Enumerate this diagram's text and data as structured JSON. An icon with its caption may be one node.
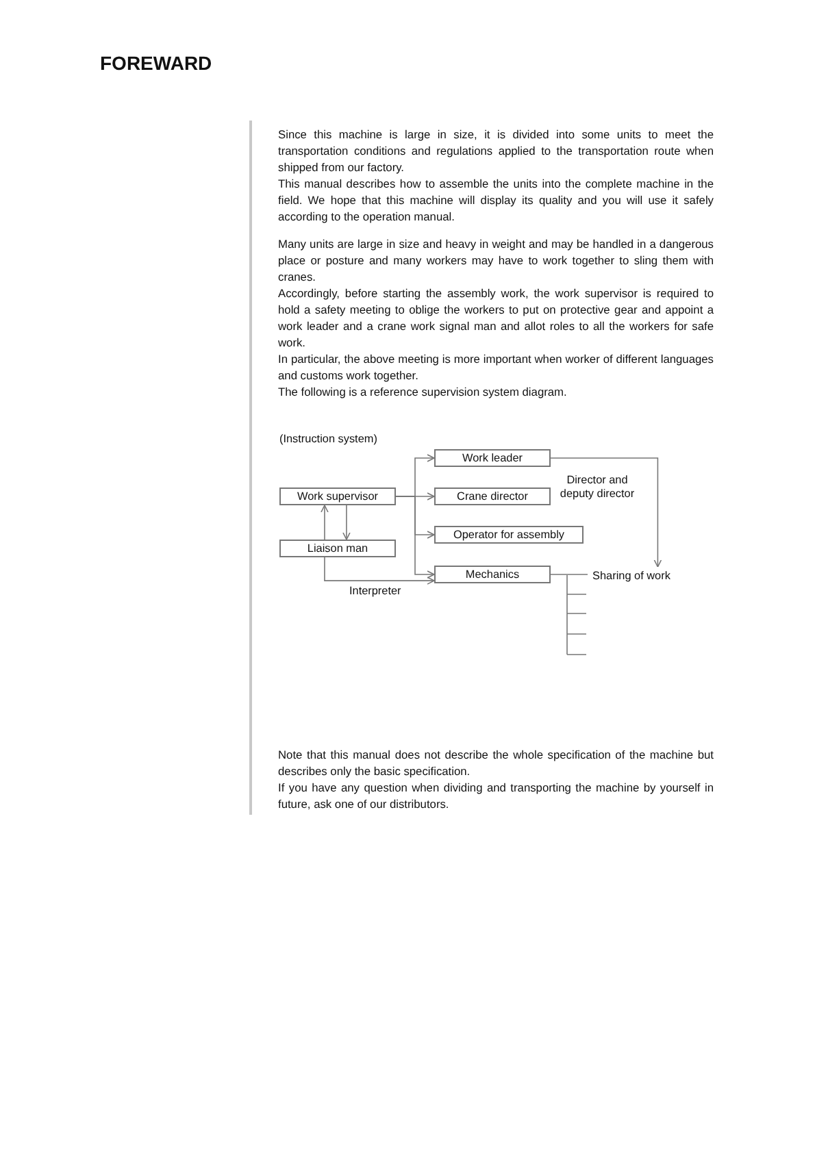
{
  "diagram": {
    "title": "FOREWARD",
    "nodes": [
      {
        "text": [
          "Work supervisor"
        ]
      },
      {
        "text": [
          "Liaison man"
        ]
      },
      {
        "text": [
          "Work leader"
        ]
      },
      {
        "text": [
          "Crane director"
        ]
      },
      {
        "text": [
          "Operator for assembly"
        ]
      },
      {
        "text": [
          "Mechanics"
        ]
      },
      {
        "text": [
          "Sharing of work"
        ]
      }
    ],
    "edges": [
      {
        "from": 0,
        "to": 2,
        "arrow": "to"
      },
      {
        "from": 0,
        "to": 3,
        "arrow": "to"
      },
      {
        "from": 0,
        "to": 4,
        "arrow": "to"
      },
      {
        "from": 0,
        "to": 5,
        "arrow": "to"
      },
      {
        "from": 0,
        "to": 1,
        "arrow": "to"
      },
      {
        "from": 1,
        "to": 0,
        "arrow": "to"
      },
      {
        "from": 1,
        "to": 5,
        "arrow": "to",
        "label": "Interpreter"
      },
      {
        "from": 2,
        "to": 6,
        "arrow": "to"
      },
      {
        "from": 5,
        "to": 6,
        "arrow": "none"
      }
    ],
    "labels": [
      "Since this machine is large in size, it is divided into some units to meet the transportation conditions and regulations applied to the transportation route when shipped from our factory.",
      "This manual describes how to assemble the units into the complete machine in the field.  We hope that this machine will display its quality and you will use it safely according to the operation manual.",
      "Many units are large in size and heavy in weight and may be handled in a dangerous place or posture and many workers may have to work together to sling them with cranes.",
      "Accordingly, before starting the assembly work, the work supervisor is required to hold a safety meeting to oblige the workers to put on protective gear and appoint a work leader and a crane work signal man and allot roles to all the workers for safe work.",
      "In particular, the above meeting is more important when worker of different languages and customs work together.",
      "The following is a reference supervision system diagram.",
      "(Instruction system)",
      "Director and deputy director",
      "Note that this manual does not describe the whole specification of the machine but describes only the basic specification.",
      "If you have any question when dividing and transporting the machine by yourself in future, ask one of our distributors."
    ]
  }
}
